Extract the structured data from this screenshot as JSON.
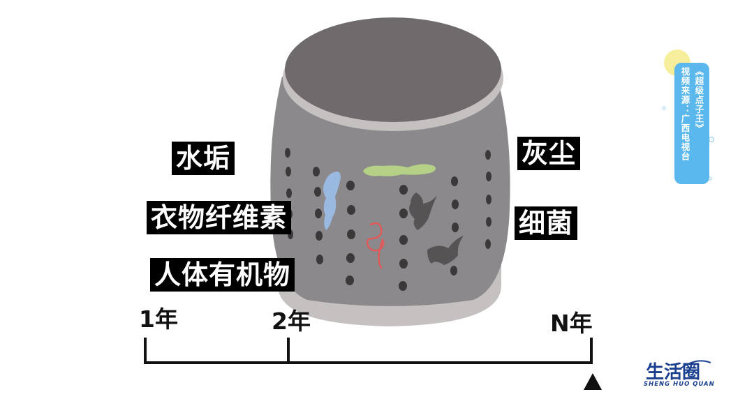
{
  "labels": {
    "scale": "水垢",
    "fiber": "衣物纤维素",
    "organic": "人体有机物",
    "dust": "灰尘",
    "germ": "细菌"
  },
  "timeline": {
    "start": "1年",
    "mid": "2年",
    "end": "N年"
  },
  "source_badge": {
    "line1": "视频来源：广西电视台",
    "line2": "《超级点子王》"
  },
  "logo": {
    "text_cn": "生活圈",
    "text_en": "SHENG HUO QUAN"
  },
  "colors": {
    "drum_top": "#6f6b6d",
    "drum_body": "#8b898b",
    "drum_base": "#c5c1c1",
    "badge_blue": "#5bb8ec",
    "badge_sun": "#f6ee9a",
    "scale_stain": "#9ab9e0",
    "dust_stain": "#b5d186",
    "fiber_thread": "#e05a5a",
    "germ_blob": "#555354",
    "logo_blue": "#1a3f8f"
  }
}
